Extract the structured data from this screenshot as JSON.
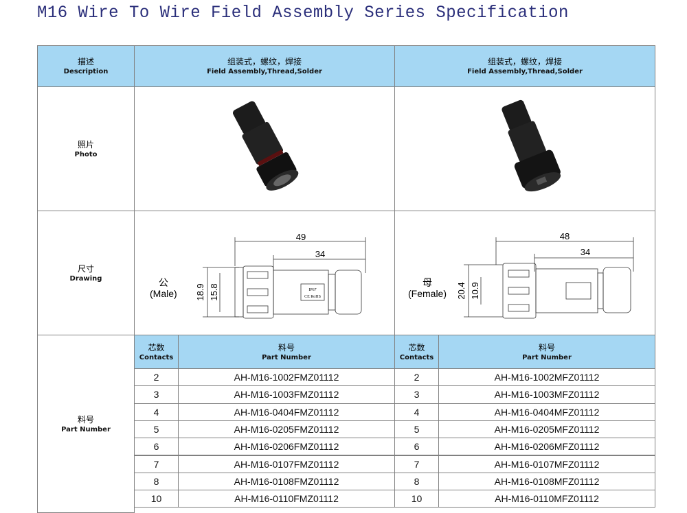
{
  "title": "M16 Wire To Wire Field Assembly Series Specification",
  "header": {
    "desc_cn": "描述",
    "desc_en": "Description",
    "col1_cn": "组装式，螺纹，焊接",
    "col1_en": "Field Assembly,Thread,Solder",
    "col2_cn": "组装式，螺纹，焊接",
    "col2_en": "Field Assembly,Thread,Solder"
  },
  "photo": {
    "cn": "照片",
    "en": "Photo"
  },
  "drawing": {
    "cn": "尺寸",
    "en": "Drawing",
    "male": {
      "cn": "公",
      "en": "(Male)",
      "len_total": "49",
      "len_body": "34",
      "dia_outer": "18.9",
      "dia_inner": "15.8",
      "marking1": "IP67",
      "marking2": "CE RoHS"
    },
    "female": {
      "cn": "母",
      "en": "(Female)",
      "len_total": "48",
      "len_body": "34",
      "dia_outer": "20.4",
      "dia_inner": "10.9"
    }
  },
  "part": {
    "cn": "料号",
    "en": "Part Number",
    "contacts_cn": "芯数",
    "contacts_en": "Contacts",
    "pn_cn": "料号",
    "pn_en": "Part Number",
    "male": [
      [
        "2",
        "AH-M16-1002FMZ01112"
      ],
      [
        "3",
        "AH-M16-1003FMZ01112"
      ],
      [
        "4",
        "AH-M16-0404FMZ01112"
      ],
      [
        "5",
        "AH-M16-0205FMZ01112"
      ],
      [
        "6",
        "AH-M16-0206FMZ01112"
      ],
      [
        "7",
        "AH-M16-0107FMZ01112"
      ],
      [
        "8",
        "AH-M16-0108FMZ01112"
      ],
      [
        "10",
        "AH-M16-0110FMZ01112"
      ]
    ],
    "female": [
      [
        "2",
        "AH-M16-1002MFZ01112"
      ],
      [
        "3",
        "AH-M16-1003MFZ01112"
      ],
      [
        "4",
        "AH-M16-0404MFZ01112"
      ],
      [
        "5",
        "AH-M16-0205MFZ01112"
      ],
      [
        "6",
        "AH-M16-0206MFZ01112"
      ],
      [
        "7",
        "AH-M16-0107MFZ01112"
      ],
      [
        "8",
        "AH-M16-0108MFZ01112"
      ],
      [
        "10",
        "AH-M16-0110MFZ01112"
      ]
    ]
  },
  "colors": {
    "header_bg": "#a5d7f3",
    "title": "#2a2e7a"
  }
}
